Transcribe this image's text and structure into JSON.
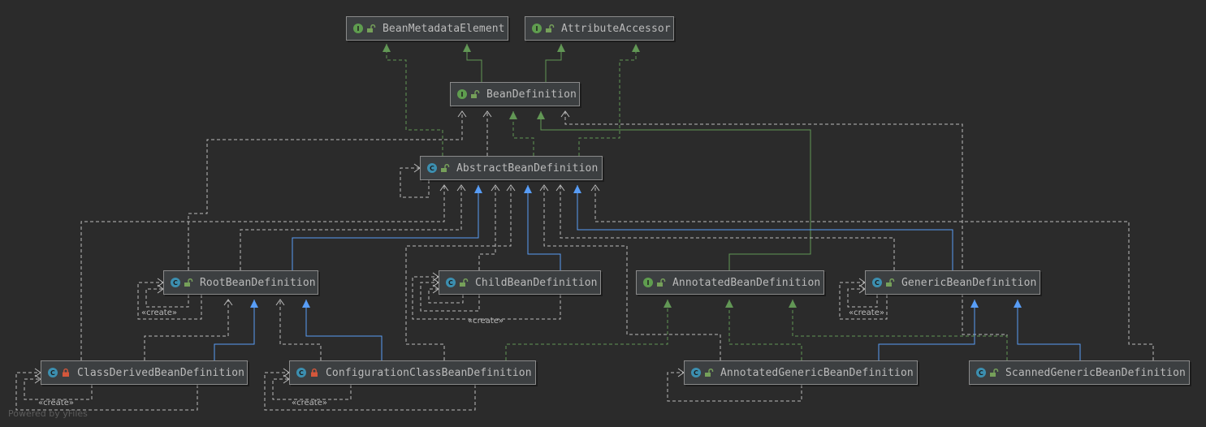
{
  "colors": {
    "background": "#2b2b2b",
    "node_fill": "#3c3f41",
    "interface_badge": "#5f9d4f",
    "class_badge": "#3c8fb0",
    "implements_line": "#629755",
    "extends_line": "#589df6",
    "dependency_line": "#bbbbbb",
    "private_lock": "#d4573b"
  },
  "nodes": {
    "bean_metadata_element": {
      "name": "BeanMetadataElement",
      "kind": "I",
      "visibility": "public"
    },
    "attribute_accessor": {
      "name": "AttributeAccessor",
      "kind": "I",
      "visibility": "public"
    },
    "bean_definition": {
      "name": "BeanDefinition",
      "kind": "I",
      "visibility": "public"
    },
    "abstract_bean_definition": {
      "name": "AbstractBeanDefinition",
      "kind": "C",
      "visibility": "public"
    },
    "root_bean_definition": {
      "name": "RootBeanDefinition",
      "kind": "C",
      "visibility": "public"
    },
    "child_bean_definition": {
      "name": "ChildBeanDefinition",
      "kind": "C",
      "visibility": "public"
    },
    "annotated_bean_definition": {
      "name": "AnnotatedBeanDefinition",
      "kind": "I",
      "visibility": "public"
    },
    "generic_bean_definition": {
      "name": "GenericBeanDefinition",
      "kind": "C",
      "visibility": "public"
    },
    "class_derived_bean_definition": {
      "name": "ClassDerivedBeanDefinition",
      "kind": "C",
      "visibility": "private"
    },
    "configuration_class_bean_definition": {
      "name": "ConfigurationClassBeanDefinition",
      "kind": "C",
      "visibility": "private"
    },
    "annotated_generic_bean_definition": {
      "name": "AnnotatedGenericBeanDefinition",
      "kind": "C",
      "visibility": "public"
    },
    "scanned_generic_bean_definition": {
      "name": "ScannedGenericBeanDefinition",
      "kind": "C",
      "visibility": "public"
    }
  },
  "labels": {
    "create": "«create»"
  },
  "watermark": "Powered by yFiles"
}
